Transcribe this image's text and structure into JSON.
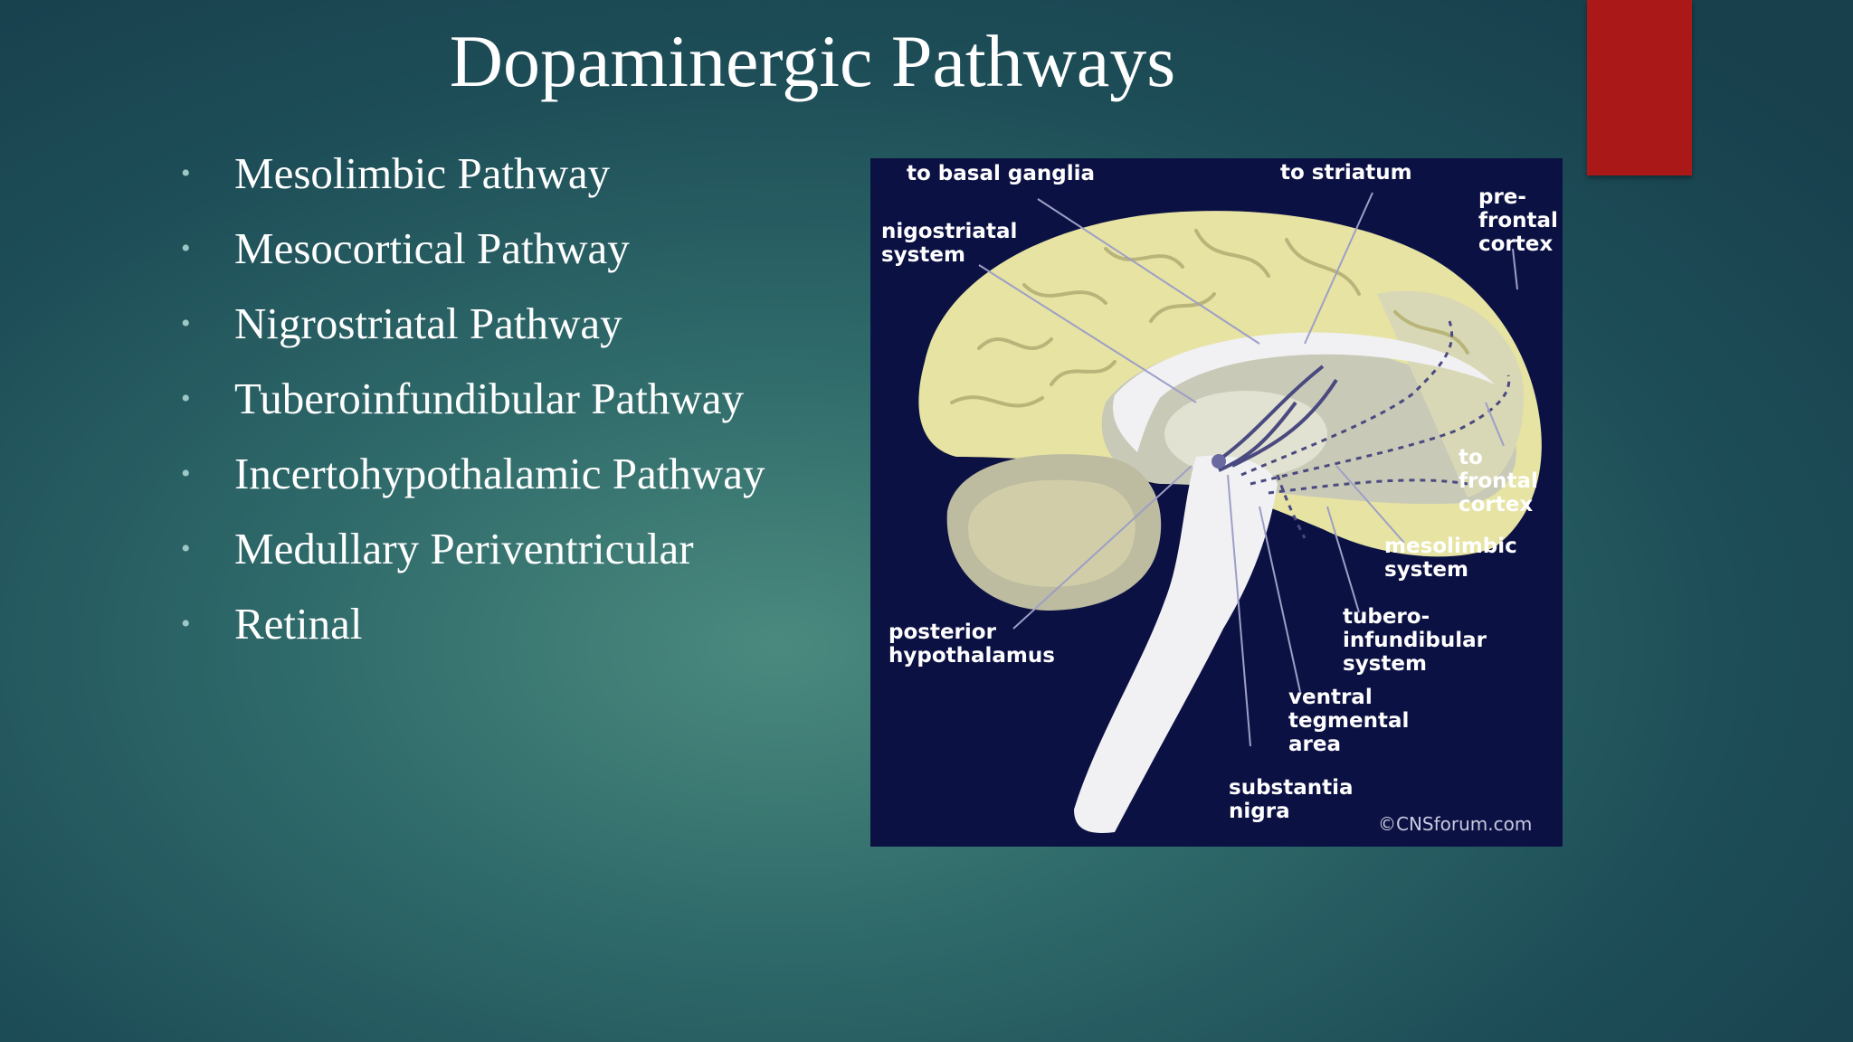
{
  "slide": {
    "title": "Dopaminergic Pathways",
    "bullet_glyph": "•",
    "bullets": [
      "Mesolimbic Pathway",
      "Mesocortical Pathway",
      "Nigrostriatal Pathway",
      "Tuberoinfundibular Pathway",
      "Incertohypothalamic Pathway",
      "Medullary Periventricular",
      "Retinal"
    ],
    "accent_color": "#ab1818"
  },
  "figure": {
    "labels": {
      "to_basal_ganglia": "to basal ganglia",
      "to_striatum": "to striatum",
      "prefrontal_cortex": "pre-\nfrontal\ncortex",
      "nigostriatal_system": "nigostriatal\nsystem",
      "to_frontal_cortex": "to\nfrontal\ncortex",
      "mesolimbic_system": "mesolimbic\nsystem",
      "tuberoinfundibular_system": "tubero-\ninfundibular\nsystem",
      "posterior_hypothalamus": "posterior\nhypothalamus",
      "ventral_tegmental_area": "ventral\ntegmental\narea",
      "substantia_nigra": "substantia\nnigra"
    },
    "credit": "©CNSforum.com",
    "colors": {
      "background": "#0c1144",
      "cortex": "#e6e3a3",
      "inner_brain": "#c9c9b8",
      "stem": "#f1f1f4",
      "pathway": "#4a4a80"
    }
  }
}
